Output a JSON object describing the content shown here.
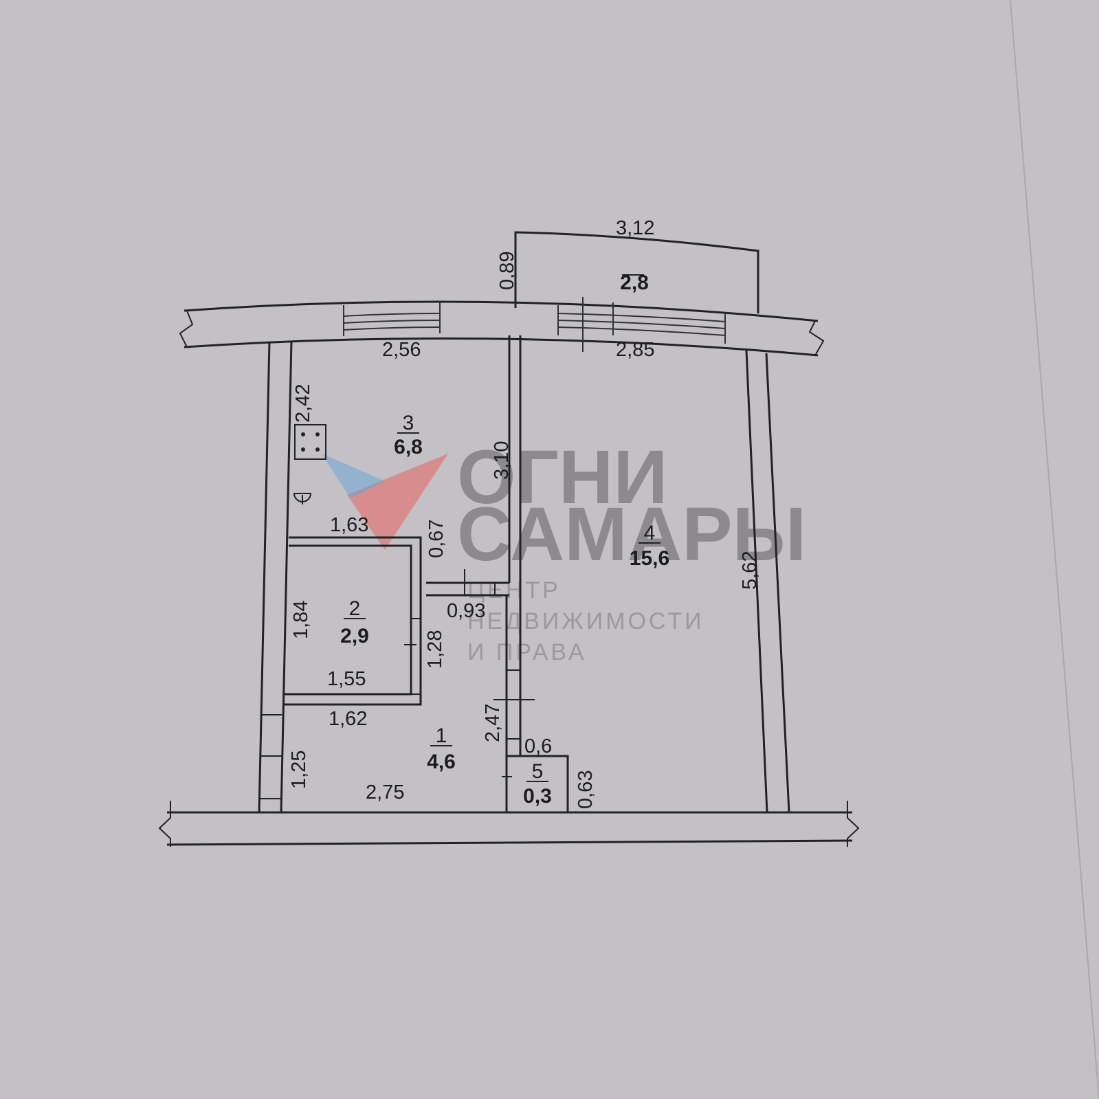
{
  "plan": {
    "rooms": [
      {
        "number": "1",
        "area": "4,6"
      },
      {
        "number": "2",
        "area": "2,9"
      },
      {
        "number": "3",
        "area": "6,8"
      },
      {
        "number": "4",
        "area": "15,6"
      },
      {
        "number": "5",
        "area": "0,3"
      },
      {
        "number": "",
        "area": "2,8"
      }
    ],
    "dimensions": {
      "balcony_width": "3,12",
      "balcony_depth": "0,89",
      "kitchen_width": "2,56",
      "room_width": "2,85",
      "kitchen_side": "2,42",
      "kitchen_depth": "3,10",
      "kitchen_bottom": "1,63",
      "bath_niche": "0,67",
      "bath_height": "1,84",
      "niche_width": "0,93",
      "bath_door": "1,28",
      "bath_width": "1,55",
      "hall_top": "1,62",
      "hall_side": "2,47",
      "closet_width": "0,6",
      "entrance": "1,25",
      "hall_width": "2,75",
      "closet_depth": "0,63",
      "room_depth": "5,62"
    }
  },
  "watermark": {
    "line1": "ОГНИ",
    "line2": "САМАРЫ",
    "line3": "ЦЕНТР",
    "line4": "НЕДВИЖИМОСТИ",
    "line5": "И ПРАВА",
    "colors": {
      "red": "#e8605e",
      "blue": "#6aa6d6"
    }
  }
}
